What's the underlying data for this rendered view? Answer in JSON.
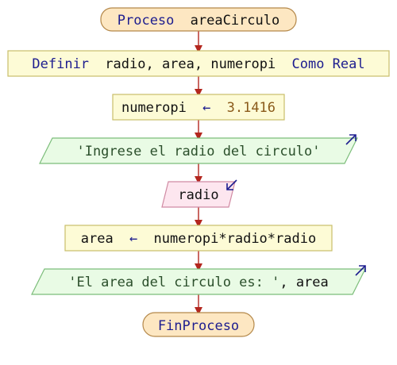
{
  "flowchart": {
    "process_start": {
      "keyword": "Proceso",
      "name": "areaCirculo"
    },
    "define": {
      "keyword": "Definir",
      "vars": "radio, area, numeropi",
      "type_kw": "Como Real"
    },
    "assign1": {
      "target": "numeropi",
      "arrow": "←",
      "value": "3.1416"
    },
    "output1": {
      "text": "'Ingrese el radio del circulo'"
    },
    "input1": {
      "text": "radio"
    },
    "assign2": {
      "target": "area",
      "arrow": "←",
      "expr": "numeropi*radio*radio"
    },
    "output2": {
      "literal": "'El area del circulo es: '",
      "rest": ", area"
    },
    "process_end": {
      "text": "FinProceso"
    }
  },
  "colors": {
    "keyword": "#1d1d8f",
    "identifier": "#111111",
    "number": "#8a5a1a",
    "string": "#2b4f2b",
    "arrow_op": "#1d1d8f",
    "flow_arrow": "#b3261e",
    "terminator_fill": "#fde7c2",
    "terminator_stroke": "#b4884a",
    "process_fill": "#fdfbd6",
    "process_stroke": "#c9bf6a",
    "output_fill": "#e9fbe5",
    "output_stroke": "#7cbd7a",
    "input_fill": "#fde6ef",
    "input_stroke": "#d08aa3",
    "io_icon": "#1d1d8f"
  }
}
